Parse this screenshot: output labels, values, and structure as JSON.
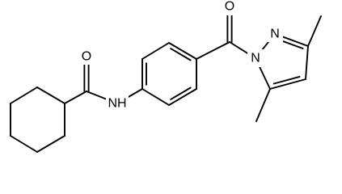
{
  "molecule": {
    "atoms": [
      {
        "id": "c_cy1",
        "element": "C"
      },
      {
        "id": "c_cy2",
        "element": "C"
      },
      {
        "id": "c_cy3",
        "element": "C"
      },
      {
        "id": "c_cy4",
        "element": "C"
      },
      {
        "id": "c_cy5",
        "element": "C"
      },
      {
        "id": "c_cy6",
        "element": "C"
      },
      {
        "id": "c_amide",
        "element": "C"
      },
      {
        "id": "o_amide",
        "element": "O",
        "label": "O"
      },
      {
        "id": "n_amide",
        "element": "N",
        "label": "NH"
      },
      {
        "id": "c_ph1",
        "element": "C"
      },
      {
        "id": "c_ph2",
        "element": "C"
      },
      {
        "id": "c_ph3",
        "element": "C"
      },
      {
        "id": "c_ph4",
        "element": "C"
      },
      {
        "id": "c_ph5",
        "element": "C"
      },
      {
        "id": "c_ph6",
        "element": "C"
      },
      {
        "id": "c_ketone",
        "element": "C"
      },
      {
        "id": "o_ketone",
        "element": "O",
        "label": "O"
      },
      {
        "id": "n_pz1",
        "element": "N",
        "label": "N"
      },
      {
        "id": "n_pz2",
        "element": "N",
        "label": "N"
      },
      {
        "id": "c_pz3",
        "element": "C"
      },
      {
        "id": "c_pz4",
        "element": "C"
      },
      {
        "id": "c_pz5",
        "element": "C"
      },
      {
        "id": "c_me3",
        "element": "C"
      },
      {
        "id": "c_me5",
        "element": "C"
      }
    ],
    "bonds": [
      {
        "a": "c_cy1",
        "b": "c_cy2",
        "order": 1
      },
      {
        "a": "c_cy2",
        "b": "c_cy3",
        "order": 1
      },
      {
        "a": "c_cy3",
        "b": "c_cy4",
        "order": 1
      },
      {
        "a": "c_cy4",
        "b": "c_cy5",
        "order": 1
      },
      {
        "a": "c_cy5",
        "b": "c_cy6",
        "order": 1
      },
      {
        "a": "c_cy6",
        "b": "c_cy1",
        "order": 1
      },
      {
        "a": "c_cy1",
        "b": "c_amide",
        "order": 1
      },
      {
        "a": "c_amide",
        "b": "o_amide",
        "order": 2
      },
      {
        "a": "c_amide",
        "b": "n_amide",
        "order": 1
      },
      {
        "a": "n_amide",
        "b": "c_ph1",
        "order": 1
      },
      {
        "a": "c_ph1",
        "b": "c_ph2",
        "order": 2
      },
      {
        "a": "c_ph2",
        "b": "c_ph3",
        "order": 1
      },
      {
        "a": "c_ph3",
        "b": "c_ph4",
        "order": 2
      },
      {
        "a": "c_ph4",
        "b": "c_ph5",
        "order": 1
      },
      {
        "a": "c_ph5",
        "b": "c_ph6",
        "order": 2
      },
      {
        "a": "c_ph6",
        "b": "c_ph1",
        "order": 1
      },
      {
        "a": "c_ph4",
        "b": "c_ketone",
        "order": 1
      },
      {
        "a": "c_ketone",
        "b": "o_ketone",
        "order": 2
      },
      {
        "a": "c_ketone",
        "b": "n_pz1",
        "order": 1
      },
      {
        "a": "n_pz1",
        "b": "n_pz2",
        "order": 1
      },
      {
        "a": "n_pz2",
        "b": "c_pz3",
        "order": 2
      },
      {
        "a": "c_pz3",
        "b": "c_pz4",
        "order": 1
      },
      {
        "a": "c_pz4",
        "b": "c_pz5",
        "order": 2
      },
      {
        "a": "c_pz5",
        "b": "n_pz1",
        "order": 1
      },
      {
        "a": "c_pz3",
        "b": "c_me3",
        "order": 1
      },
      {
        "a": "c_pz5",
        "b": "c_me5",
        "order": 1
      }
    ]
  },
  "labels": {
    "amide_oxygen": "O",
    "amide_nitrogen": "NH",
    "ketone_oxygen": "O",
    "pyrazole_n1": "N",
    "pyrazole_n2": "N"
  },
  "colors": {
    "bond": "#000000",
    "text": "#000000",
    "background": "#ffffff"
  }
}
